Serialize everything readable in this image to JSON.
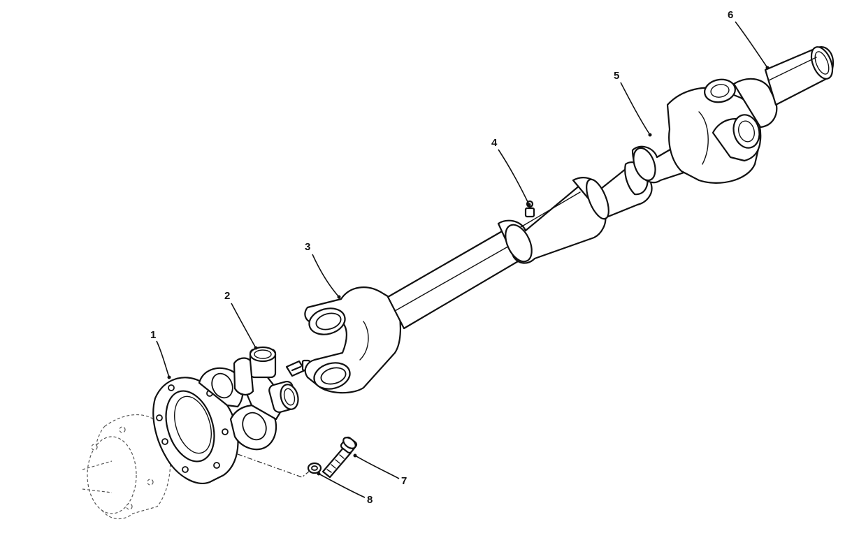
{
  "callouts": [
    {
      "id": "1",
      "text": "1",
      "part": "companion-flange"
    },
    {
      "id": "2",
      "text": "2",
      "part": "universal-joint-cross"
    },
    {
      "id": "3",
      "text": "3",
      "part": "front-yoke"
    },
    {
      "id": "4",
      "text": "4",
      "part": "lubrication-fitting"
    },
    {
      "id": "5",
      "text": "5",
      "part": "propeller-shaft-tube"
    },
    {
      "id": "6",
      "text": "6",
      "part": "rear-shaft-end"
    },
    {
      "id": "7",
      "text": "7",
      "part": "flange-bolt"
    },
    {
      "id": "8",
      "text": "8",
      "part": "lock-washer"
    }
  ]
}
